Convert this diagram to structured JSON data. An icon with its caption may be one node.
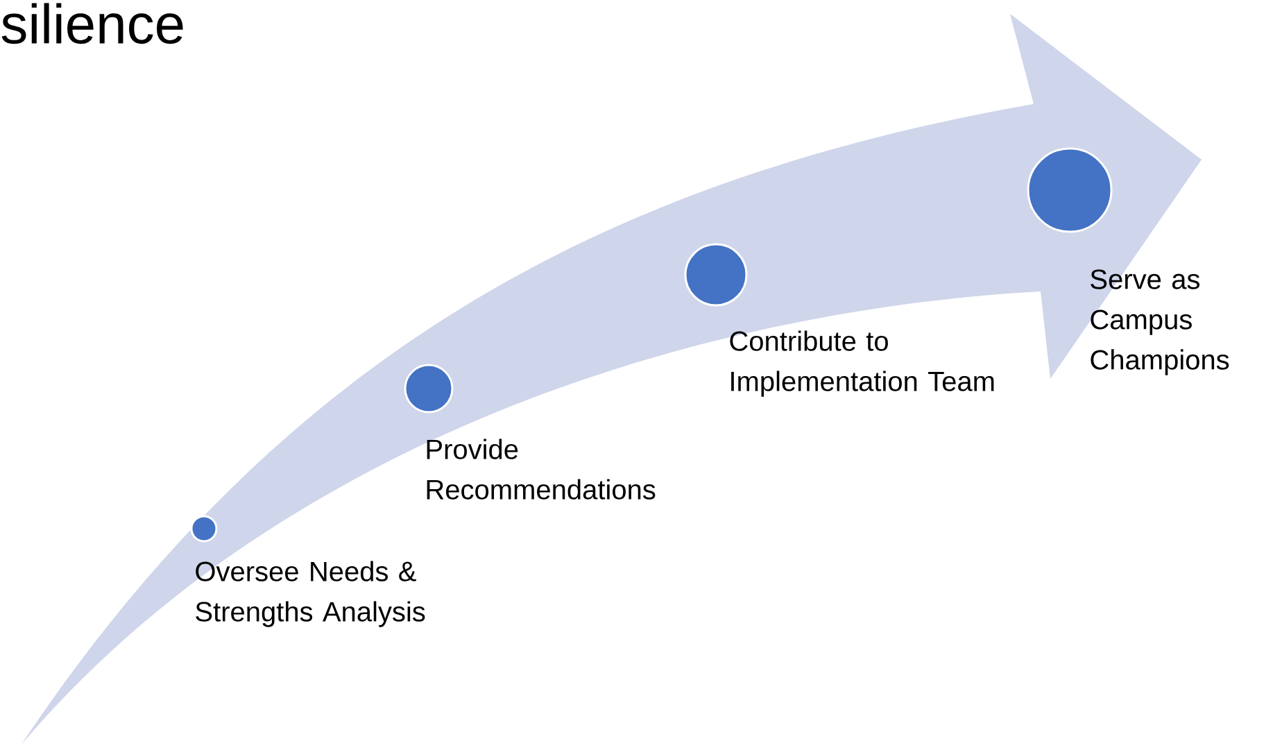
{
  "diagram": {
    "title": "silience",
    "nodes": [
      {
        "text": [],
        "shape": "circle",
        "beside": [
          "Oversee Needs & Strengths Analysis"
        ]
      },
      {
        "text": [],
        "shape": "circle",
        "beside": [
          "Provide Recommendations"
        ]
      },
      {
        "text": [],
        "shape": "circle",
        "beside": [
          "Contribute to Implementation Team"
        ]
      },
      {
        "text": [],
        "shape": "circle",
        "beside": [
          "Serve as Campus Champions"
        ]
      }
    ]
  }
}
